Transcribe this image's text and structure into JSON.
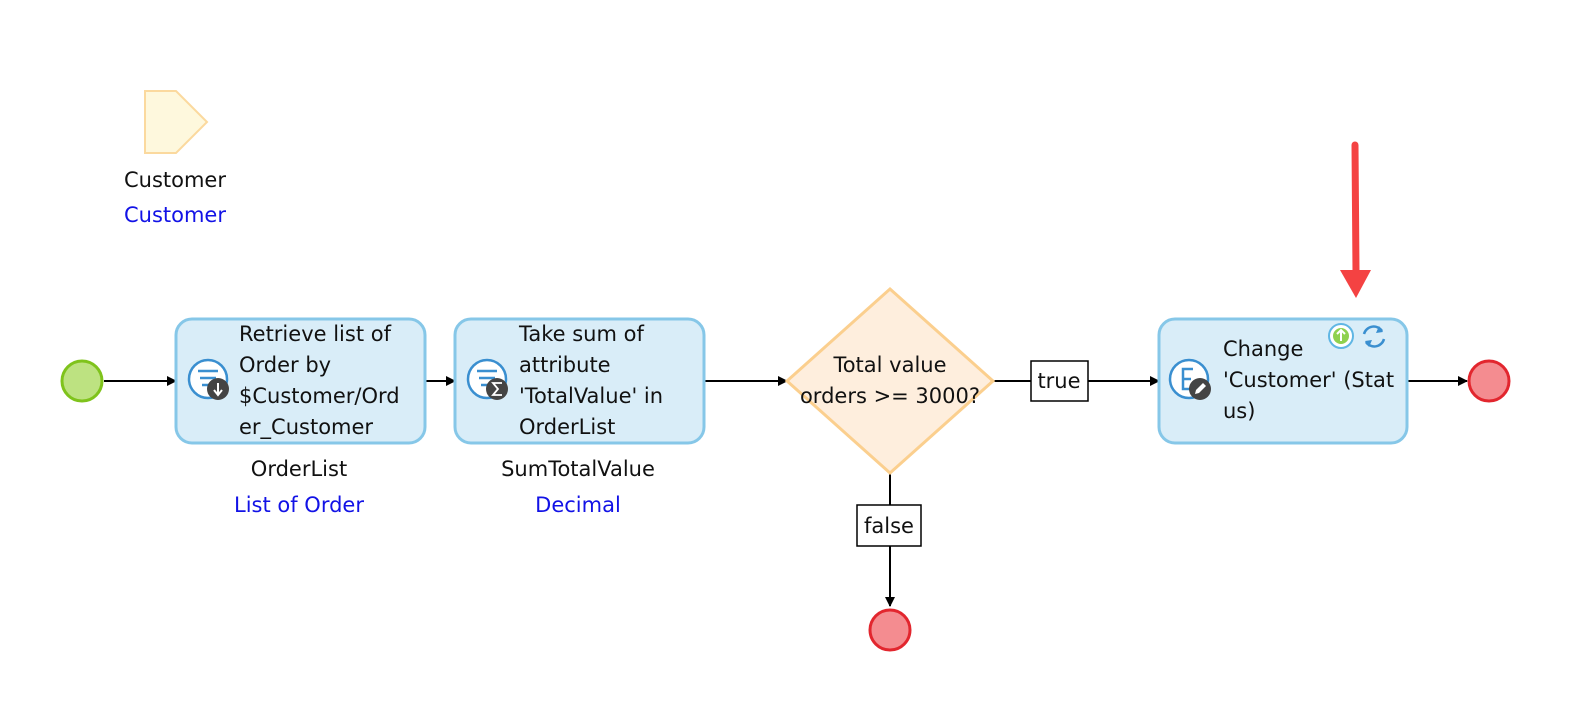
{
  "parameter": {
    "name": "Customer",
    "type": "Customer"
  },
  "activities": {
    "retrieve": {
      "lines": [
        "Retrieve list of",
        "Order by",
        "$Customer/Ord",
        "er_Customer"
      ],
      "output_name": "OrderList",
      "output_type": "List of Order"
    },
    "aggregate": {
      "lines": [
        "Take sum of",
        "attribute",
        "'TotalValue' in",
        "OrderList"
      ],
      "output_name": "SumTotalValue",
      "output_type": "Decimal"
    },
    "change": {
      "lines": [
        "Change",
        "'Customer' (Stat",
        "us)"
      ]
    }
  },
  "decision": {
    "lines": [
      "Total value",
      "orders >= 3000?"
    ]
  },
  "flows": {
    "true_label": "true",
    "false_label": "false"
  },
  "colors": {
    "activity_fill": "#d9edf8",
    "activity_stroke": "#86c7e8",
    "decision_fill": "#feeedd",
    "decision_stroke": "#fbcf8e",
    "start_fill": "#bde281",
    "start_stroke": "#7fc31c",
    "end_fill": "#f48c90",
    "end_stroke": "#e2262e",
    "parameter_fill": "#fef8dd",
    "parameter_stroke": "#fbd99e",
    "annotation_arrow": "#f44242"
  }
}
